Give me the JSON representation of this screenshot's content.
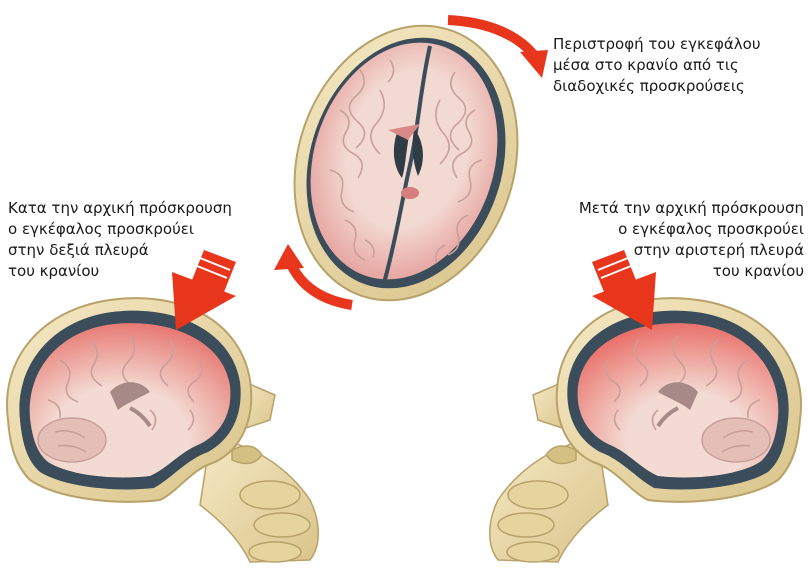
{
  "captions": {
    "rotation": "Περιστροφή του εγκεφάλου\nμέσα στο κρανίο από τις\nδιαδοχικές προσκρούσεις",
    "initial_impact": "Κατα την αρχική πρόσκρουση\nο εγκέφαλος προσκρούει\nστην δεξιά πλευρά\nτου κρανίου",
    "after_impact": "Μετά την αρχική πρόσκρουση\nο εγκέφαλος προσκρούει\nστην αριστερή πλευρά\nτου κρανίου"
  },
  "colors": {
    "arrow_red": "#e8361d",
    "skull_bone": "#efe0b2",
    "skull_bone_dark": "#cdb878",
    "brain_tissue": "#f1d6cf",
    "brain_bruise": "#e7888a",
    "csf_dark": "#3b4d5a",
    "gyri_line": "#c9a09a",
    "ventricle": "#a78a88"
  },
  "icons": {
    "impact_arrow": "impact-arrow-icon",
    "rotation_arrow": "curved-rotation-arrow-icon"
  }
}
